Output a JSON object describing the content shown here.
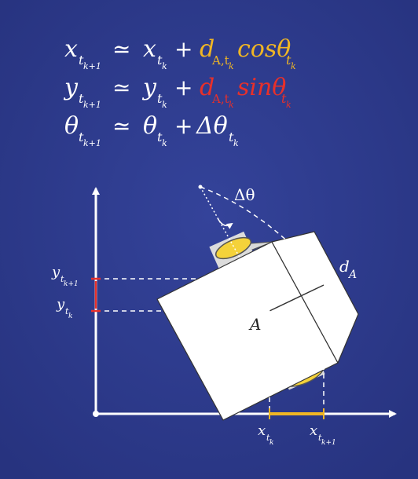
{
  "colors": {
    "background": "#2d3a8c",
    "highlight_x": "#f0b624",
    "highlight_y": "#e8302a",
    "white": "#ffffff",
    "wheel": "#f4d23a"
  },
  "equations": [
    {
      "lhs_var": "x",
      "lhs_sub": "t",
      "lhs_subsub": "k+1",
      "op": "≃",
      "rhs_var": "x",
      "rhs_sub": "t",
      "rhs_subsub": "k",
      "plus": "+",
      "term_d": "d",
      "term_sub": "A,t",
      "term_subsub": "k",
      "term_fn": "cosθ",
      "term_fn_sub": "t",
      "term_fn_subsub": "k",
      "term_color": "highlight_x"
    },
    {
      "lhs_var": "y",
      "lhs_sub": "t",
      "lhs_subsub": "k+1",
      "op": "≃",
      "rhs_var": "y",
      "rhs_sub": "t",
      "rhs_subsub": "k",
      "plus": "+",
      "term_d": "d",
      "term_sub": "A,t",
      "term_subsub": "k",
      "term_fn": "sinθ",
      "term_fn_sub": "t",
      "term_fn_subsub": "k",
      "term_color": "highlight_y"
    },
    {
      "lhs_var": "θ",
      "lhs_sub": "t",
      "lhs_subsub": "k+1",
      "op": "≃",
      "rhs_var": "θ",
      "rhs_sub": "t",
      "rhs_subsub": "k",
      "plus": "+",
      "term_d": "Δθ",
      "term_sub": "t",
      "term_subsub": "k",
      "term_fn": "",
      "term_fn_sub": "",
      "term_fn_subsub": "",
      "term_color": "white"
    }
  ],
  "diagram": {
    "delta_theta": "Δθ",
    "d_label": "d",
    "d_sub": "A",
    "point_label": "A",
    "y_tick_upper": {
      "var": "y",
      "sub": "t",
      "subsub": "k+1"
    },
    "y_tick_lower": {
      "var": "y",
      "sub": "t",
      "subsub": "k"
    },
    "x_tick_left": {
      "var": "x",
      "sub": "t",
      "subsub": "k"
    },
    "x_tick_right": {
      "var": "x",
      "sub": "t",
      "subsub": "k+1"
    }
  }
}
